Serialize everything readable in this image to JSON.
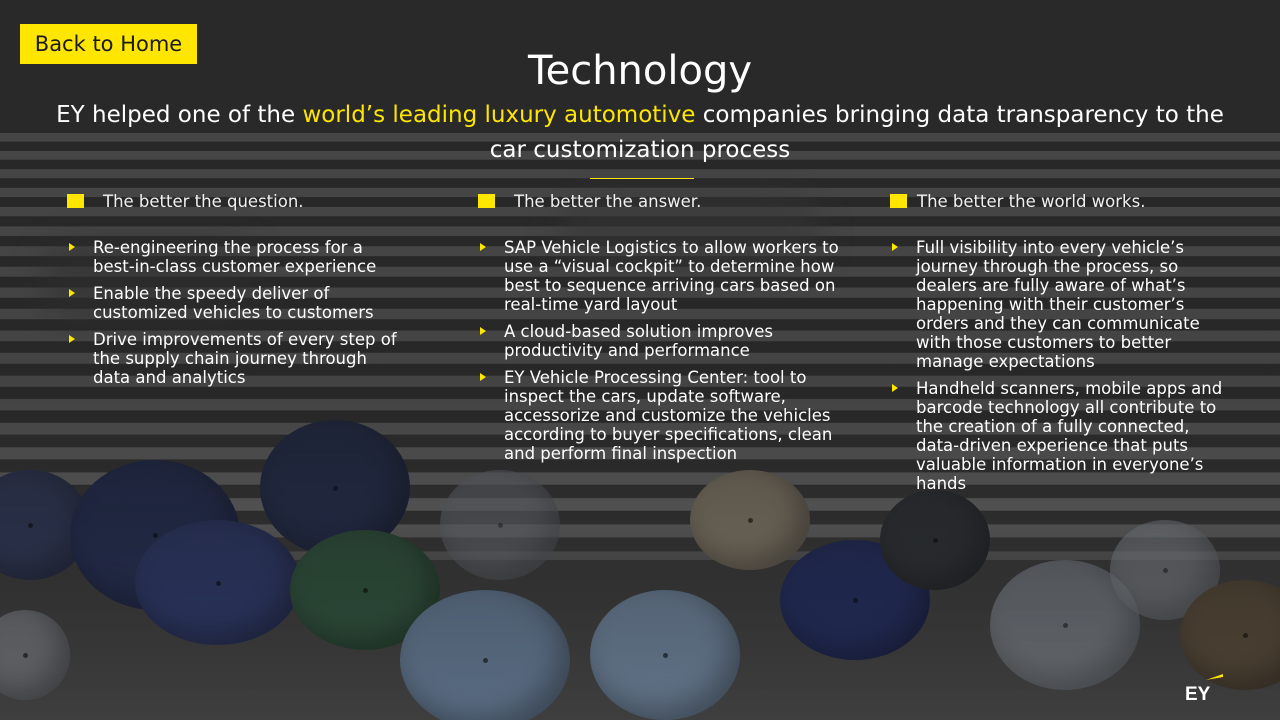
{
  "header": {
    "back_button": "Back to Home",
    "title": "Technology",
    "subtitle_before": "EY helped one of the ",
    "subtitle_highlight": "world’s leading luxury automotive",
    "subtitle_after": " companies bringing data transparency to the car customization process"
  },
  "columns": [
    {
      "heading": "The better the question.",
      "items": [
        "Re-engineering the process for a best-in-class customer experience",
        "Enable the speedy deliver of customized vehicles to customers",
        "Drive improvements of every step of the supply chain journey through data and analytics"
      ]
    },
    {
      "heading": "The better the answer.",
      "items": [
        "SAP Vehicle Logistics to allow workers to use a “visual cockpit” to determine how best to sequence arriving cars based on real-time yard layout",
        "A cloud-based solution improves productivity and performance",
        "EY Vehicle Processing Center: tool to inspect the cars, update software, accessorize and customize the vehicles according to buyer specifications, clean and perform final inspection"
      ]
    },
    {
      "heading": "The better the world works.",
      "items": [
        "Full visibility into every vehicle’s journey through the process, so dealers are fully aware of what’s happening with their customer’s orders and they can communicate with those customers to better manage expectations",
        "Handheld scanners, mobile apps and barcode technology all contribute to the creation of a fully connected, data-driven experience that puts valuable information in everyone’s hands"
      ]
    }
  ],
  "footer": {
    "logo_text": "EY"
  },
  "colors": {
    "accent": "#ffe600",
    "text": "#ffffff",
    "overlay": "#141414"
  },
  "icons": {
    "bullet": "triangle-bullet-icon",
    "heading_marker": "yellow-square-icon",
    "logo": "ey-logo-icon"
  }
}
